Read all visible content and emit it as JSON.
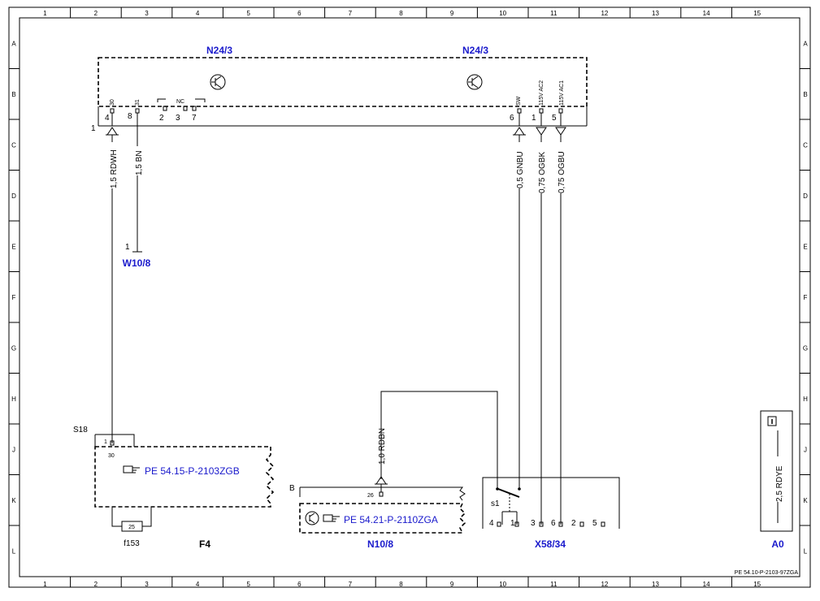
{
  "grid": {
    "columns": [
      "1",
      "2",
      "3",
      "4",
      "5",
      "6",
      "7",
      "8",
      "9",
      "10",
      "11",
      "12",
      "13",
      "14",
      "15"
    ],
    "rows": [
      "A",
      "B",
      "C",
      "D",
      "E",
      "F",
      "G",
      "H",
      "J",
      "K",
      "L"
    ]
  },
  "components": {
    "n24_left": "N24/3",
    "n24_right": "N24/3",
    "w10": "W10/8",
    "w10_pin": "1",
    "f4": "F4",
    "f153": "f153",
    "fuse_value": "25",
    "s18": "S18",
    "s18_pin": "1",
    "s18_term": "30",
    "n10": "N10/8",
    "n10_pin": "26",
    "x58": "X58/34",
    "s1": "s1",
    "a0": "A0",
    "conn_b": "B",
    "conn_1": "1"
  },
  "references": {
    "f4_ref": "PE 54.15-P-2103ZGB",
    "n10_ref": "PE 54.21-P-2110ZGA",
    "doc_id": "PE 54.10-P-2103-97ZGA"
  },
  "pins": {
    "p30": "30",
    "p31": "31",
    "nc": "NC",
    "sw": "SW",
    "ac2": "115V AC2",
    "ac1": "115V AC1",
    "n4": "4",
    "n8": "8",
    "n2": "2",
    "n3": "3",
    "n7": "7",
    "n6": "6",
    "n1": "1",
    "n5": "5"
  },
  "x58_pins": {
    "a": "4",
    "b": "1",
    "c": "3",
    "d": "6",
    "e": "2",
    "f": "5"
  },
  "wires": {
    "rdwh": "1,5 RDWH",
    "bn": "1,5 BN",
    "gnbu": "0,5 GNBU",
    "ogbk": "0,75 OGBK",
    "ogbu": "0,75 OGBU",
    "rdbn": "1,0 RDBN",
    "rdye": "2,5 RDYE"
  },
  "icons": [
    "transistor-icon",
    "pointing-hand-icon",
    "info-icon",
    "motor-icon",
    "switch-icon",
    "fuse-icon"
  ]
}
